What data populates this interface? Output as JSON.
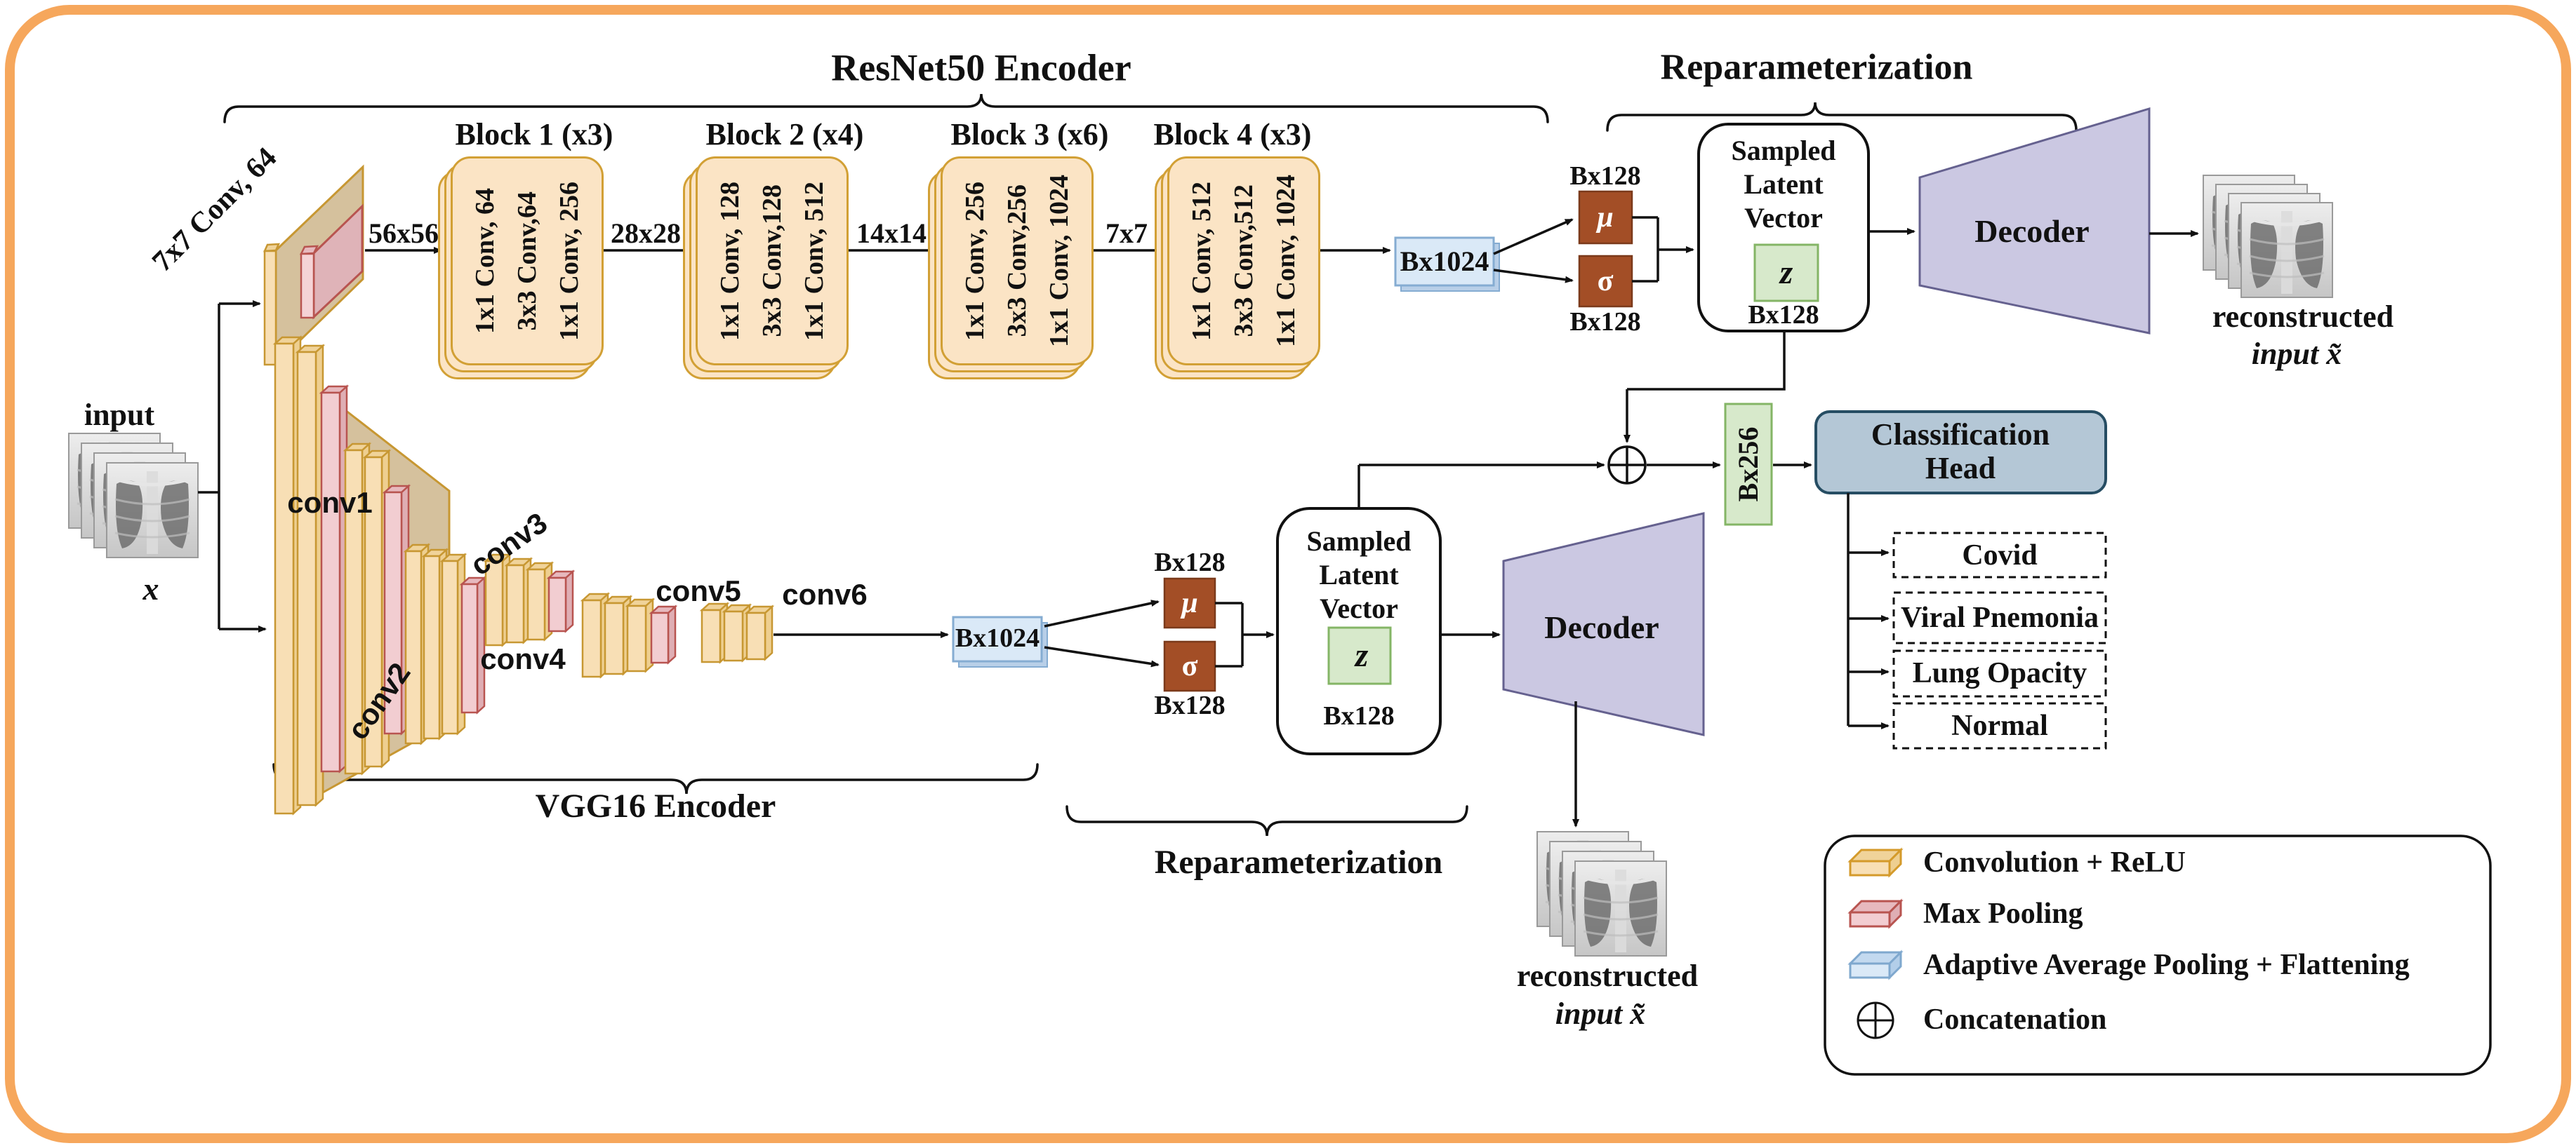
{
  "colors": {
    "frame_orange": "#F6A75C",
    "card_fill": "#FBE4C5",
    "card_stroke": "#D2A035",
    "tan_fill": "#F8DFB5",
    "tan_stroke": "#C79732",
    "pink_fill": "#F2CDD1",
    "pink_stroke": "#B85450",
    "blue_fill": "#DAE9F7",
    "blue_stroke": "#85ACD2",
    "brown_fill": "#A34E26",
    "green_fill": "#D7E9CB",
    "green_stroke": "#84B566",
    "purple_fill": "#CBC8E2",
    "purple_stroke": "#65618F",
    "head_fill": "#B4C7D6",
    "head_stroke": "#264D63"
  },
  "input": {
    "label": "input",
    "symbol": "x"
  },
  "resnet": {
    "title": "ResNet50 Encoder",
    "stem_label": "7x7 Conv, 64",
    "sizes": [
      "56x56",
      "28x28",
      "14x14",
      "7x7"
    ],
    "flatten_label": "Bx1024",
    "blocks": [
      {
        "title": "Block 1 (x3)",
        "lines": [
          "1x1 Conv, 64",
          "3x3 Conv,64",
          "1x1 Conv, 256"
        ]
      },
      {
        "title": "Block 2 (x4)",
        "lines": [
          "1x1 Conv, 128",
          "3x3 Conv,128",
          "1x1 Conv, 512"
        ]
      },
      {
        "title": "Block 3 (x6)",
        "lines": [
          "1x1 Conv, 256",
          "3x3 Conv,256",
          "1x1 Conv, 1024"
        ]
      },
      {
        "title": "Block 4 (x3)",
        "lines": [
          "1x1 Conv, 512",
          "3x3 Conv,512",
          "1x1 Conv, 1024"
        ]
      }
    ]
  },
  "vgg": {
    "title": "VGG16 Encoder",
    "flatten_label": "Bx1024",
    "layers": [
      "conv1",
      "conv2",
      "conv3",
      "conv4",
      "conv5",
      "conv6"
    ]
  },
  "reparam_top": {
    "title": "Reparameterization",
    "mu": "μ",
    "sigma": "σ",
    "mu_dim": "Bx128",
    "sigma_dim": "Bx128",
    "latent": {
      "line1": "Sampled",
      "line2": "Latent",
      "line3": "Vector",
      "z": "z",
      "dim": "Bx128"
    }
  },
  "reparam_bottom": {
    "title": "Reparameterization",
    "mu": "μ",
    "sigma": "σ",
    "mu_dim": "Bx128",
    "sigma_dim": "Bx128",
    "latent": {
      "line1": "Sampled",
      "line2": "Latent",
      "line3": "Vector",
      "z": "z",
      "dim": "Bx128"
    }
  },
  "decoder_top": {
    "label": "Decoder",
    "recon_line1": "reconstructed",
    "recon_line2": "input x̃"
  },
  "decoder_bottom": {
    "label": "Decoder",
    "recon_line1": "reconstructed",
    "recon_line2": "input x̃"
  },
  "fusion": {
    "concat_dim": "Bx256"
  },
  "classification": {
    "line1": "Classification",
    "line2": "Head",
    "classes": [
      "Covid",
      "Viral  Pnemonia",
      "Lung Opacity",
      "Normal"
    ]
  },
  "legend": {
    "items": [
      {
        "icon": "conv-relu-icon",
        "label": "Convolution + ReLU"
      },
      {
        "icon": "max-pooling-icon",
        "label": "Max Pooling"
      },
      {
        "icon": "adaptive-avg-pool-icon",
        "label": "Adaptive Average Pooling + Flattening"
      },
      {
        "icon": "concatenation-icon",
        "label": "Concatenation"
      }
    ]
  }
}
